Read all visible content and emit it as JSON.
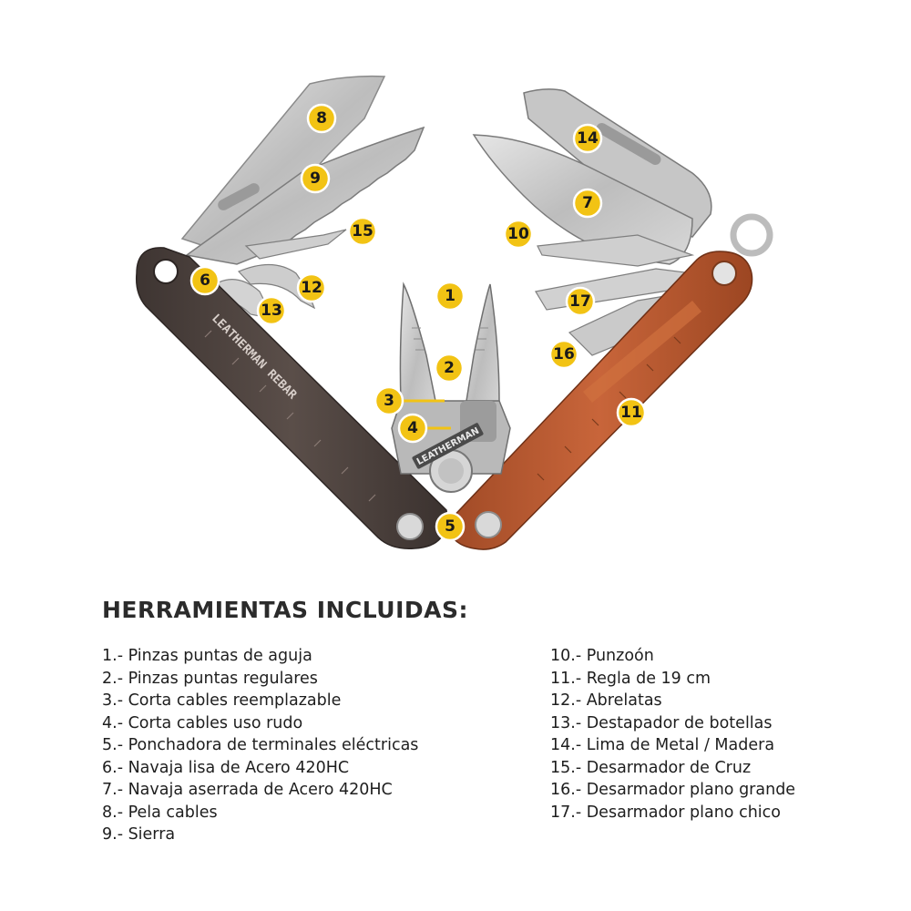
{
  "illustration": {
    "handle_engraving": "LEATHERMAN REBAR",
    "pivot_logo": "LEATHERMAN",
    "callouts": [
      "1",
      "2",
      "3",
      "4",
      "5",
      "6",
      "7",
      "8",
      "9",
      "10",
      "11",
      "12",
      "13",
      "14",
      "15",
      "16",
      "17"
    ],
    "colors": {
      "badge": "#f2c314",
      "left_handle": "#4a3f3b",
      "right_handle": "#b8572e",
      "steel": "#c9c9c9"
    }
  },
  "section": {
    "heading": "HERRAMIENTAS INCLUIDAS:",
    "left_items": [
      "1.- Pinzas puntas de aguja",
      "2.- Pinzas puntas regulares",
      "3.- Corta cables reemplazable",
      "4.- Corta cables uso rudo",
      "5.- Ponchadora de terminales eléctricas",
      "6.- Navaja lisa de Acero 420HC",
      "7.- Navaja aserrada de Acero 420HC",
      "8.- Pela cables",
      "9.- Sierra"
    ],
    "right_items": [
      "10.- Punzoón",
      "11.- Regla de 19 cm",
      "12.- Abrelatas",
      "13.- Destapador de botellas",
      "14.- Lima de Metal / Madera",
      "15.- Desarmador de Cruz",
      "16.- Desarmador plano grande",
      "17.- Desarmador plano chico"
    ]
  }
}
